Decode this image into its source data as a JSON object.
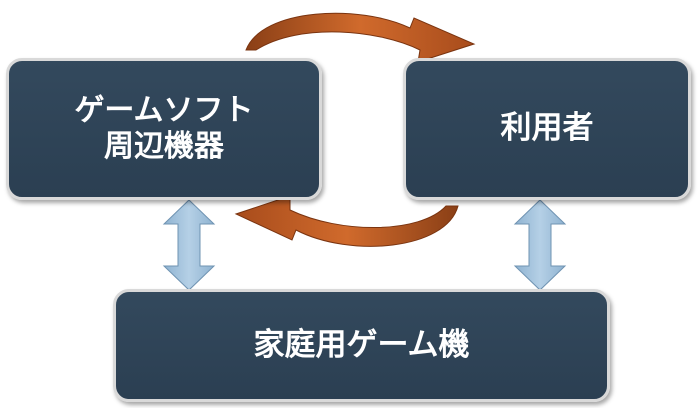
{
  "nodes": {
    "software": {
      "line1": "ゲームソフト",
      "line2": "周辺機器"
    },
    "user": {
      "label": "利用者"
    },
    "console": {
      "label": "家庭用ゲーム機"
    }
  },
  "colors": {
    "box_fill": "#2e4457",
    "box_border": "#d9d9d9",
    "box_text": "#ffffff",
    "curved_arrow": "#c0622a",
    "double_arrow": "#a8c6de"
  }
}
